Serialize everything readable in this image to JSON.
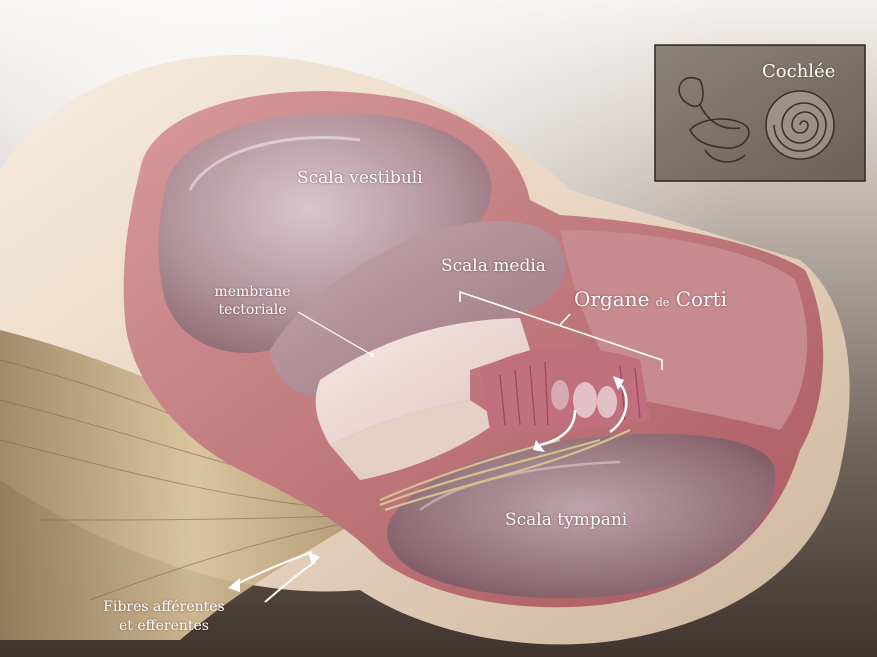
{
  "labels": {
    "scala_vestibuli": "Scala vestibuli",
    "scala_media": "Scala media",
    "membrane_line1": "membrane",
    "membrane_line2": "tectoriale",
    "organe": "Organe",
    "de": "de",
    "corti": "Corti",
    "scala_tympani": "Scala tympani",
    "fibres_line1": "Fibres afférentes",
    "fibres_line2": "et efferentes",
    "cochlee": "Cochlée"
  },
  "colors": {
    "background_dark": "#4a4038",
    "bone": "#e9d8c6",
    "tissue": "#c47f84",
    "chamber": "#b4929c",
    "nerve": "#c8b48c",
    "inset": "#7a6e62"
  }
}
